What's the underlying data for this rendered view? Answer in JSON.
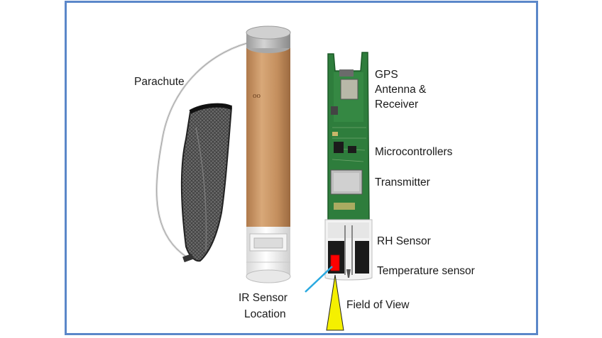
{
  "labels": {
    "parachute": "Parachute",
    "gps_line1": "GPS",
    "gps_line2": "Antenna &",
    "gps_line3": "Receiver",
    "microcontrollers": "Microcontrollers",
    "transmitter": "Transmitter",
    "rh_sensor": "RH Sensor",
    "temperature_sensor": "Temperature sensor",
    "ir_line1": "IR Sensor",
    "ir_line2": "Location",
    "field_of_view": "Field of View"
  },
  "colors": {
    "frame_border": "#5b87c9",
    "tube_body": "#c99a6a",
    "pcb_green": "#2e7d3c",
    "ir_sensor": "#ff0000",
    "field_of_view": "#f5f000",
    "leader_line": "#29a9e0"
  }
}
